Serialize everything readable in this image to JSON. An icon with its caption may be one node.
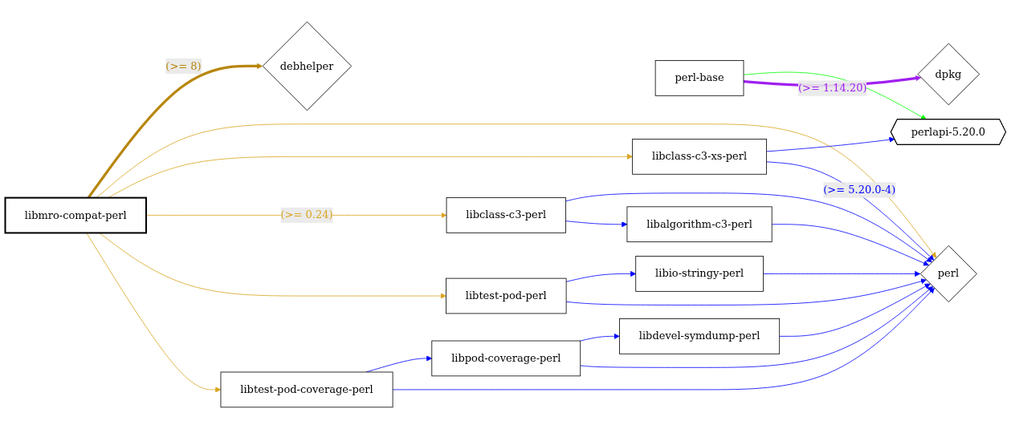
{
  "diagram": {
    "nodes": [
      {
        "text": [
          "libmro-compat-perl"
        ]
      },
      {
        "text": [
          "debhelper"
        ]
      },
      {
        "text": [
          "perlapi-5.20.0"
        ]
      },
      {
        "text": [
          "perl-base"
        ]
      },
      {
        "text": [
          "dpkg"
        ]
      },
      {
        "text": [
          "libclass-c3-xs-perl"
        ]
      },
      {
        "text": [
          "libclass-c3-perl"
        ]
      },
      {
        "text": [
          "libalgorithm-c3-perl"
        ]
      },
      {
        "text": [
          "libtest-pod-perl"
        ]
      },
      {
        "text": [
          "libio-stringy-perl"
        ]
      },
      {
        "text": [
          "perl"
        ]
      },
      {
        "text": [
          "libtest-pod-coverage-perl"
        ]
      },
      {
        "text": [
          "libpod-coverage-perl"
        ]
      },
      {
        "text": [
          "libdevel-symdump-perl"
        ]
      }
    ],
    "edges": [
      {
        "from": 0,
        "to": 1,
        "arrow": "to",
        "label": "(>= 8)",
        "style": "thick",
        "color": "#b8860b"
      },
      {
        "from": 0,
        "to": 10,
        "arrow": "to",
        "color": "#daa520"
      },
      {
        "from": 0,
        "to": 5,
        "arrow": "to",
        "color": "#daa520"
      },
      {
        "from": 0,
        "to": 6,
        "arrow": "to",
        "label": "(>= 0.24)",
        "color": "#daa520"
      },
      {
        "from": 0,
        "to": 8,
        "arrow": "to",
        "color": "#daa520"
      },
      {
        "from": 0,
        "to": 11,
        "arrow": "to",
        "color": "#daa520"
      },
      {
        "from": 5,
        "to": 2,
        "arrow": "to"
      },
      {
        "from": 5,
        "to": 10,
        "arrow": "to",
        "label": "(>= 5.20.0-4)"
      },
      {
        "from": 3,
        "to": 2,
        "arrow": "to",
        "color": "#00ff00"
      },
      {
        "from": 3,
        "to": 4,
        "arrow": "to",
        "label": "(>= 1.14.20)",
        "style": "thick",
        "color": "#a020f0"
      },
      {
        "from": 6,
        "to": 10,
        "arrow": "to"
      },
      {
        "from": 6,
        "to": 7,
        "arrow": "to"
      },
      {
        "from": 7,
        "to": 10,
        "arrow": "to"
      },
      {
        "from": 8,
        "to": 9,
        "arrow": "to"
      },
      {
        "from": 8,
        "to": 10,
        "arrow": "to"
      },
      {
        "from": 9,
        "to": 10,
        "arrow": "to"
      },
      {
        "from": 11,
        "to": 12,
        "arrow": "to"
      },
      {
        "from": 11,
        "to": 10,
        "arrow": "to"
      },
      {
        "from": 12,
        "to": 13,
        "arrow": "to"
      },
      {
        "from": 12,
        "to": 10,
        "arrow": "to"
      },
      {
        "from": 13,
        "to": 10,
        "arrow": "to"
      }
    ]
  }
}
